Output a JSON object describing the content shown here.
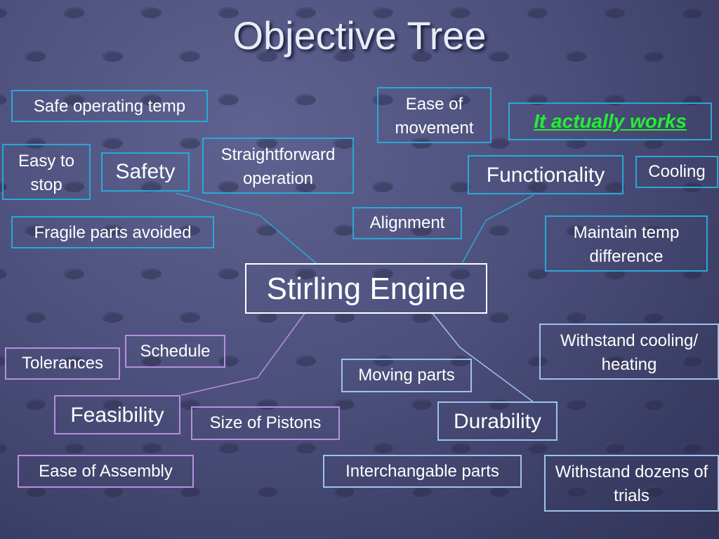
{
  "title": "Objective Tree",
  "root": "Stirling Engine",
  "categories": {
    "safety": "Safety",
    "functionality": "Functionality",
    "feasibility": "Feasibility",
    "durability": "Durability"
  },
  "items": {
    "safe_operating_temp": "Safe operating temp",
    "easy_to_stop": "Easy to stop",
    "straightforward_operation": "Straightforward operation",
    "fragile_parts_avoided": "Fragile parts avoided",
    "ease_of_movement": "Ease of movement",
    "it_actually_works": "It actually works",
    "cooling": "Cooling",
    "alignment": "Alignment",
    "maintain_temp_difference": "Maintain temp difference",
    "withstand_cooling_heating": "Withstand cooling/ heating",
    "tolerances": "Tolerances",
    "schedule": "Schedule",
    "moving_parts": "Moving parts",
    "size_of_pistons": "Size of Pistons",
    "ease_of_assembly": "Ease of Assembly",
    "interchangable_parts": "Interchangable parts",
    "withstand_dozens_of_trials": "Withstand dozens of trials"
  },
  "colors": {
    "background": "#4d507c",
    "teal_border": "#29a8d8",
    "purple_border": "#b78ee0",
    "light_blue_border": "#9cc3ef",
    "highlight_text": "#22ee33"
  }
}
